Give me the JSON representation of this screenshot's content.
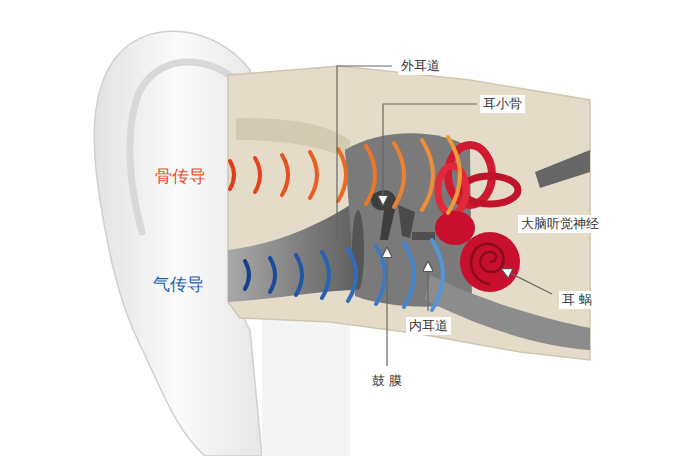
{
  "diagram": {
    "labels": [
      "外耳道",
      "耳小骨",
      "骨传导",
      "大脑听觉神经",
      "气传导",
      "耳 蜗",
      "内耳道",
      "鼓 膜"
    ]
  }
}
